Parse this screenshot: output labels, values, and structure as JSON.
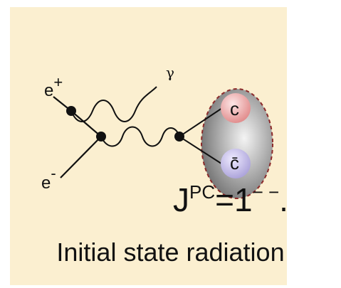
{
  "diagram": {
    "positron_label": "e",
    "positron_charge": "+",
    "electron_label": "e",
    "electron_charge": "-",
    "photon_label": "γ",
    "quark_label": "c",
    "antiquark_label": "c̄",
    "jpc": {
      "base": "J",
      "superscript": "PC",
      "value": "=1",
      "value_superscript": "− −",
      "end": "."
    },
    "caption": "Initial state radiation"
  },
  "colors": {
    "background": "#fbefd0",
    "quark_red": "#e89a9a",
    "antiquark_violet": "#b8b0e0",
    "meson_gray": "#8a8a8a",
    "dashed_border": "#8c2a2a"
  }
}
